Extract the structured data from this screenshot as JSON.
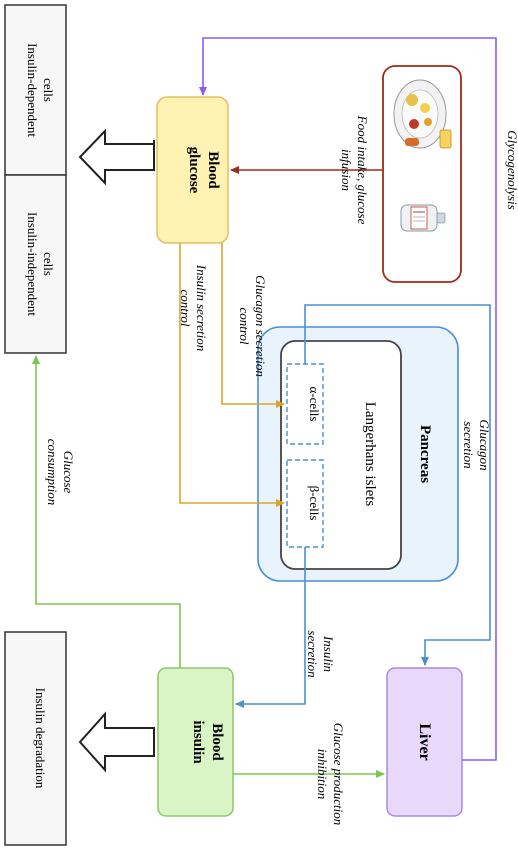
{
  "diagram": {
    "nodes": {
      "insulin_dependent_cells": {
        "line1": "Insulin-dependent",
        "line2": "cells"
      },
      "insulin_independent_cells": {
        "line1": "Insulin-independent",
        "line2": "cells"
      },
      "insulin_degradation": {
        "label": "Insulin degradation"
      },
      "blood_glucose": {
        "line1": "Blood",
        "line2": "glucose"
      },
      "blood_insulin": {
        "line1": "Blood",
        "line2": "insulin"
      },
      "liver": {
        "label": "Liver"
      },
      "pancreas": {
        "label": "Pancreas"
      },
      "langerhans_islets": {
        "label": "Langerhans islets"
      },
      "alpha_cells": {
        "label": "α-cells"
      },
      "beta_cells": {
        "label": "β-cells"
      }
    },
    "edges": {
      "glycogenolysis": {
        "label": "Glycogenolysis"
      },
      "food_intake": {
        "line1": "Food intake, glucose",
        "line2": "infusion"
      },
      "glucagon_secretion_control": {
        "line1": "Glucagon secretion",
        "line2": "control"
      },
      "insulin_secretion_control": {
        "line1": "Insulin secretion",
        "line2": "control"
      },
      "glucagon_secretion": {
        "line1": "Glucagon",
        "line2": "secretion"
      },
      "insulin_secretion": {
        "line1": "Insulin",
        "line2": "secretion"
      },
      "glucose_consumption": {
        "line1": "Glucose",
        "line2": "consumption"
      },
      "glucose_production_inhibition": {
        "line1": "Glucose production",
        "line2": "inhibition"
      }
    },
    "colors": {
      "glycogenolysis": "#8b5cf6",
      "food": "#a02a18",
      "glucose_control": "#d9a62a",
      "glucagon_insulin": "#4a8fd6",
      "glucose_consumption": "#7cc84a",
      "blood_glucose_fill": "#fff2b3",
      "blood_insulin_fill": "#d9f5c6",
      "liver_fill": "#e8d9fb",
      "pancreas_fill": "#e8f3fc"
    }
  }
}
